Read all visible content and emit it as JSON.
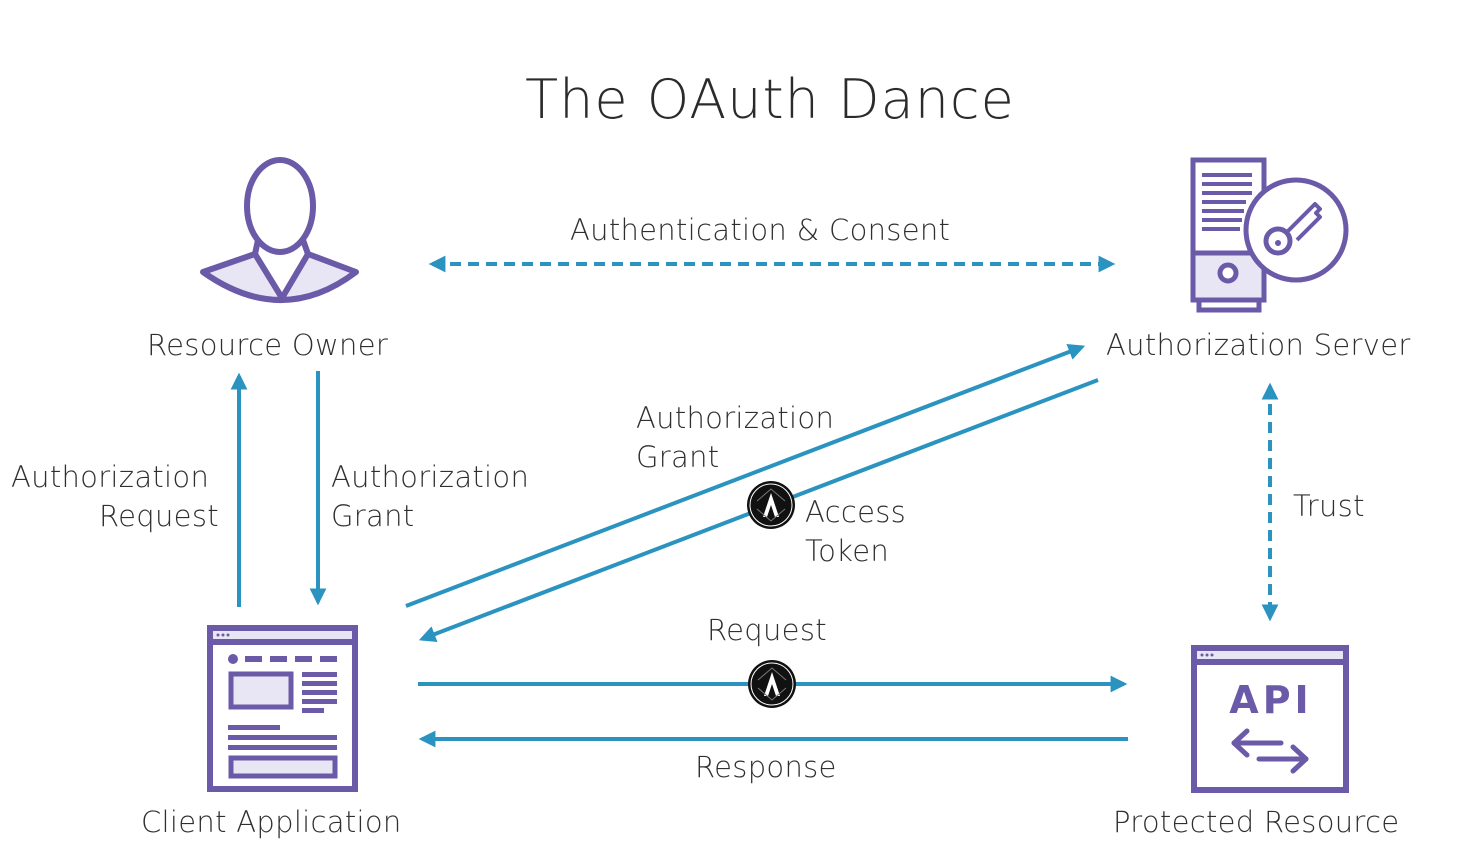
{
  "title": "The OAuth Dance",
  "colors": {
    "arrow": "#2a93bf",
    "icon_stroke": "#6a5aa8",
    "icon_fill": "#e8e6f5",
    "text": "#2f2f2f"
  },
  "nodes": {
    "resource_owner": {
      "label": "Resource Owner",
      "icon": "person-icon"
    },
    "authorization_server": {
      "label": "Authorization Server",
      "icon": "server-key-icon"
    },
    "client_application": {
      "label": "Client Application",
      "icon": "web-page-icon"
    },
    "protected_resource": {
      "label": "Protected Resource",
      "icon": "api-icon",
      "icon_text": "API"
    }
  },
  "edges": {
    "auth_consent": {
      "label": "Authentication & Consent",
      "style": "dashed",
      "direction": "both"
    },
    "auth_request": {
      "line1": "Authorization",
      "line2": "Request"
    },
    "auth_grant_left": {
      "line1": "Authorization",
      "line2": "Grant"
    },
    "auth_grant_diag": {
      "line1": "Authorization",
      "line2": "Grant"
    },
    "access_token": {
      "line1": "Access",
      "line2": "Token"
    },
    "trust": {
      "label": "Trust",
      "style": "dashed",
      "direction": "both"
    },
    "request": {
      "label": "Request"
    },
    "response": {
      "label": "Response"
    }
  },
  "badges": {
    "oauth": "OAUTH",
    "letter": "A"
  }
}
